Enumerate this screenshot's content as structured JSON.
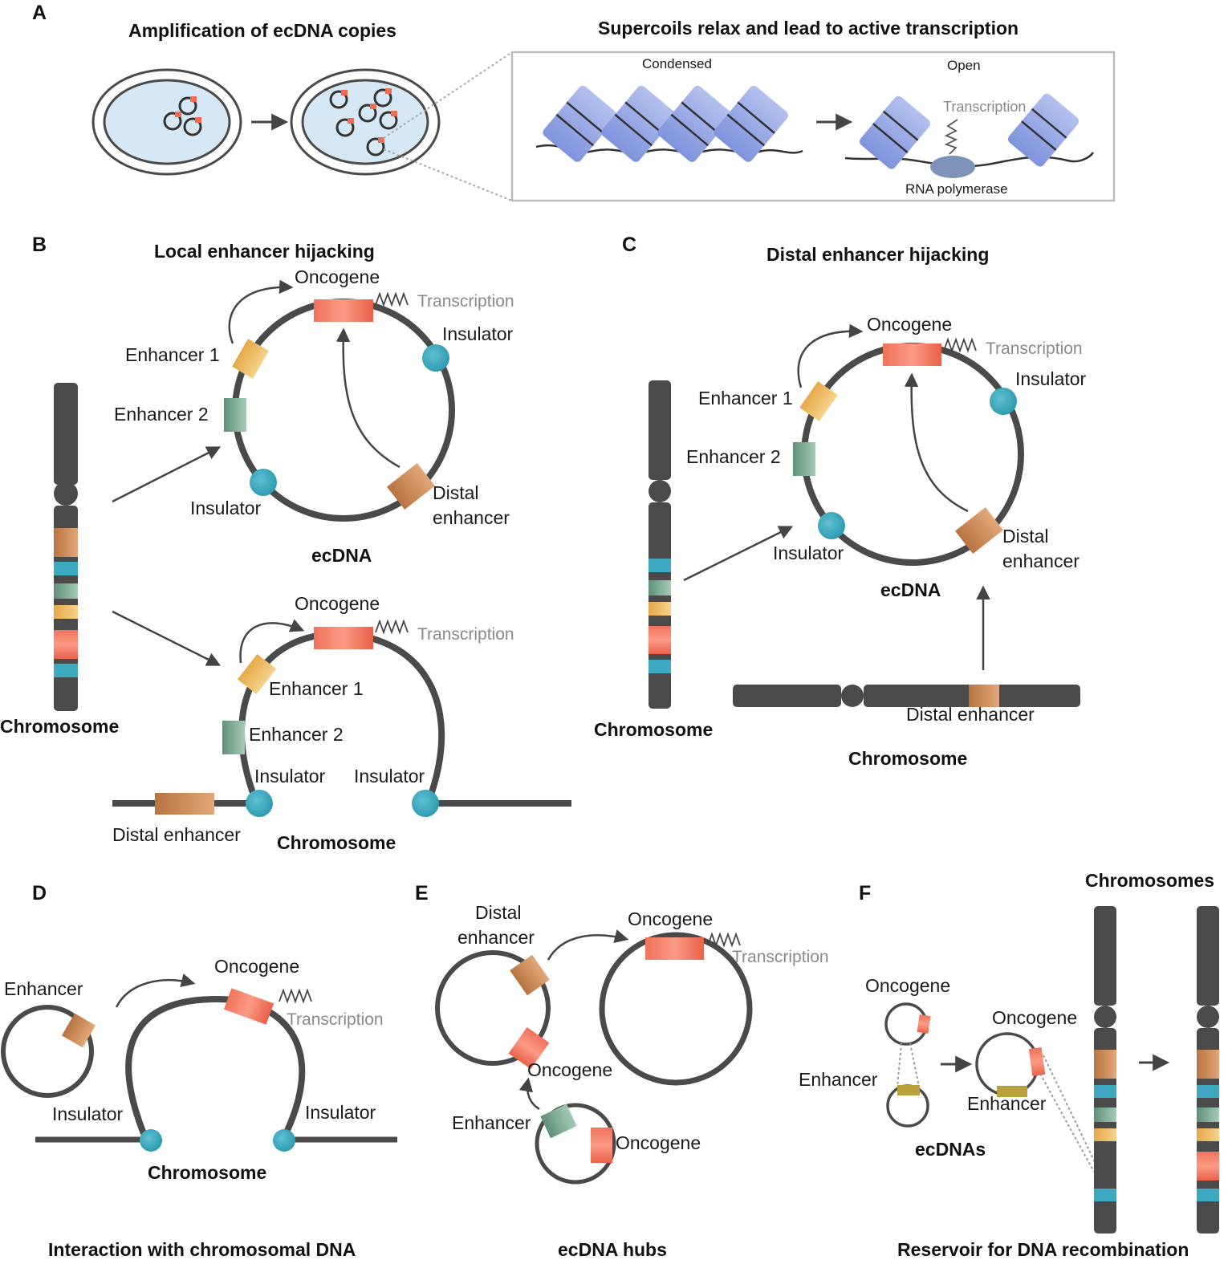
{
  "panels": {
    "A": {
      "letter": "A",
      "title_left": "Amplification of ecDNA copies",
      "title_right": "Supercoils relax and lead to active transcription",
      "condensed": "Condensed",
      "open": "Open",
      "transcription": "Transcription",
      "rna_polymerase": "RNA polymerase"
    },
    "B": {
      "letter": "B",
      "title": "Local enhancer hijacking",
      "oncogene": "Oncogene",
      "transcription": "Transcription",
      "insulator": "Insulator",
      "enhancer1": "Enhancer 1",
      "enhancer2": "Enhancer 2",
      "distal_enhancer_line1": "Distal",
      "distal_enhancer_line2": "enhancer",
      "ecdna": "ecDNA",
      "chromosome": "Chromosome",
      "oncogene2": "Oncogene",
      "transcription2": "Transcription",
      "enhancer1_b": "Enhancer 1",
      "enhancer2_b": "Enhancer 2",
      "insulator_left": "Insulator",
      "insulator_right": "Insulator",
      "distal_enhancer": "Distal enhancer",
      "chromosome2": "Chromosome"
    },
    "C": {
      "letter": "C",
      "title": "Distal enhancer hijacking",
      "oncogene": "Oncogene",
      "transcription": "Transcription",
      "insulator": "Insulator",
      "enhancer1": "Enhancer 1",
      "enhancer2": "Enhancer 2",
      "insulator2": "Insulator",
      "distal_enhancer_line1": "Distal",
      "distal_enhancer_line2": "enhancer",
      "ecdna": "ecDNA",
      "chromosome_left": "Chromosome",
      "distal_enhancer": "Distal enhancer",
      "chromosome_bottom": "Chromosome"
    },
    "D": {
      "letter": "D",
      "enhancer": "Enhancer",
      "oncogene": "Oncogene",
      "transcription": "Transcription",
      "insulator_left": "Insulator",
      "insulator_right": "Insulator",
      "chromosome": "Chromosome",
      "caption": "Interaction with chromosomal DNA"
    },
    "E": {
      "letter": "E",
      "distal_line1": "Distal",
      "distal_line2": "enhancer",
      "oncogene_top": "Oncogene",
      "transcription": "Transcription",
      "oncogene_mid": "Oncogene",
      "enhancer": "Enhancer",
      "oncogene_bottom": "Oncogene",
      "caption": "ecDNA hubs"
    },
    "F": {
      "letter": "F",
      "chromosomes": "Chromosomes",
      "oncogene_left": "Oncogene",
      "enhancer_left": "Enhancer",
      "oncogene_mid": "Oncogene",
      "enhancer_mid": "Enhancer",
      "ecdnas": "ecDNAs",
      "caption": "Reservoir for DNA recombination"
    }
  },
  "colors": {
    "dna": "#4a4a4a",
    "oncogene": "#ee6e55",
    "insulator": "#3eaac0",
    "enhancer1": "#e8b455",
    "enhancer2": "#6f9e84",
    "distal_enhancer": "#c88552",
    "nucleosome": "#8ea0e0",
    "nucleus_fill": "#d6e8f5",
    "polymerase": "#7f92b8"
  }
}
